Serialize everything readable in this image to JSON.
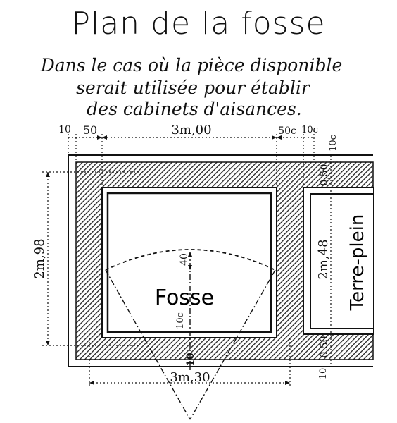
{
  "title": "Plan de la fosse",
  "subtitle_lines": [
    "Dans le cas où la pièce disponible",
    "serait utilisée pour établir",
    "des cabinets d'aisances."
  ],
  "labels": {
    "fosse": "Fosse",
    "terre_plein": "Terre-plein"
  },
  "dimensions": {
    "top_left_margin": "10",
    "top_left_wall": "50",
    "fosse_width": "3m,00",
    "right_wall": "50c",
    "right_margin": "10c",
    "right_top_margin": "10c",
    "top_wall_thickness": "0,50",
    "fosse_depth": "2m,98",
    "terre_plein_depth": "2m,48",
    "bottom_wall_thickness": "0,50",
    "bottom_margin": "10",
    "arch_rise": "40",
    "floor_offset": "10c",
    "center_mark": "10",
    "overall_width": "3m,30"
  },
  "colors": {
    "ink": "#111111",
    "paper": "#ffffff"
  }
}
